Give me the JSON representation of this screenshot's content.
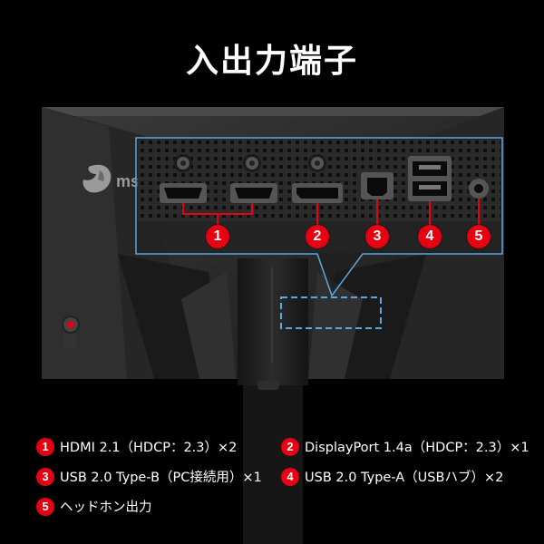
{
  "title": "入出力端子",
  "brand": "msi",
  "accent_color": "#e60012",
  "callout_color": "#5aa8e0",
  "ports": [
    {
      "num": "1",
      "label": "HDMI 2.1（HDCP：2.3）×2"
    },
    {
      "num": "2",
      "label": "DisplayPort 1.4a（HDCP：2.3）×1"
    },
    {
      "num": "3",
      "label": "USB 2.0 Type-B（PC接続用）×1"
    },
    {
      "num": "4",
      "label": "USB 2.0 Type-A（USBハブ）×2"
    },
    {
      "num": "5",
      "label": "ヘッドホン出力"
    }
  ]
}
